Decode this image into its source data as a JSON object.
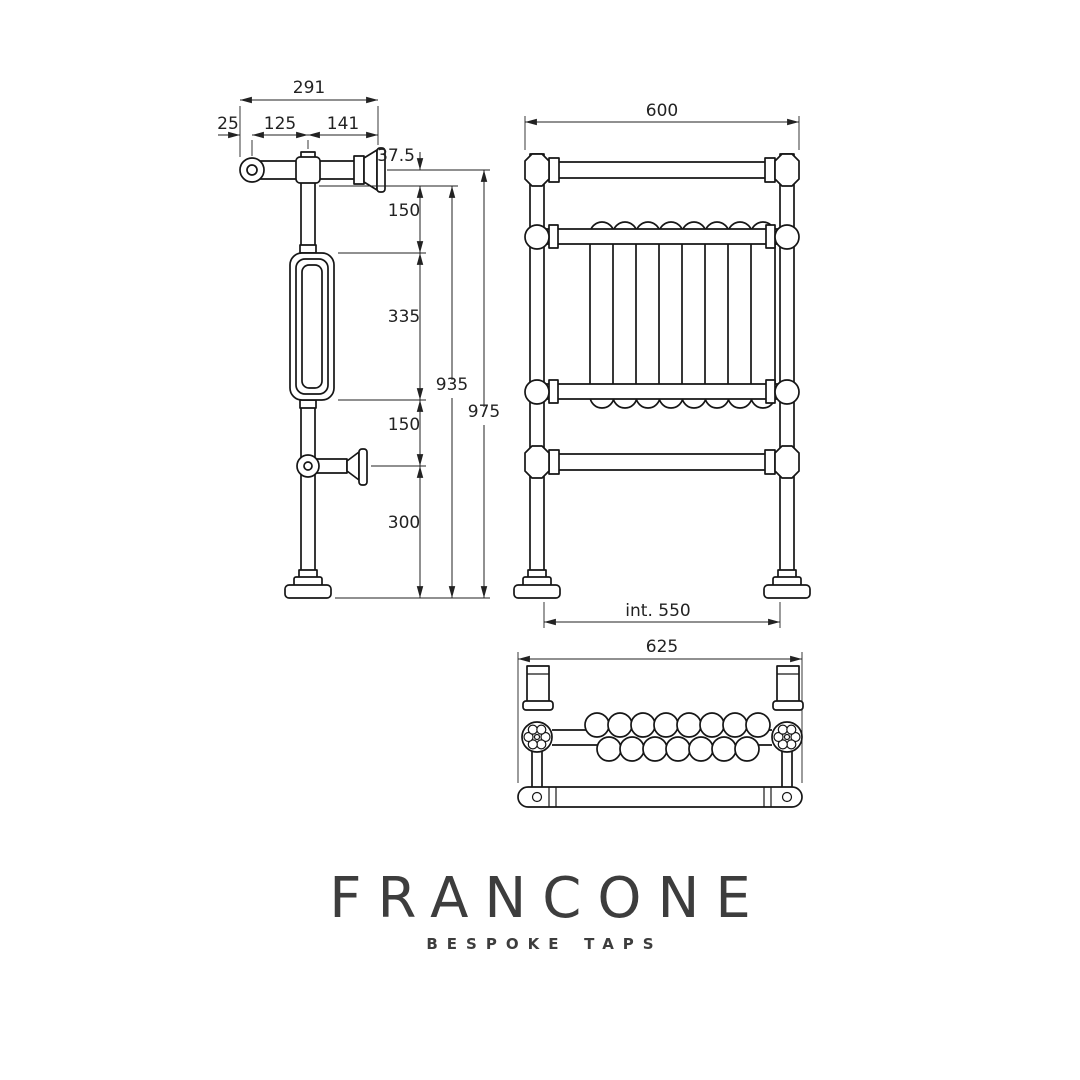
{
  "brand": {
    "name": "FRANCONE",
    "tagline": "Bespoke Taps"
  },
  "views": {
    "side": {
      "dims": {
        "overall_width": "291",
        "seg_a": "25",
        "seg_b": "125",
        "seg_c": "141",
        "top_offset": "37.5",
        "upper_gap": "150",
        "panel_height": "335",
        "inner_height": "935",
        "overall_height": "975",
        "lower_gap": "150",
        "bottom_gap": "300"
      }
    },
    "front": {
      "dims": {
        "overall_width": "600",
        "internal_width": "int. 550"
      }
    },
    "top": {
      "dims": {
        "overall_width": "625"
      }
    }
  }
}
